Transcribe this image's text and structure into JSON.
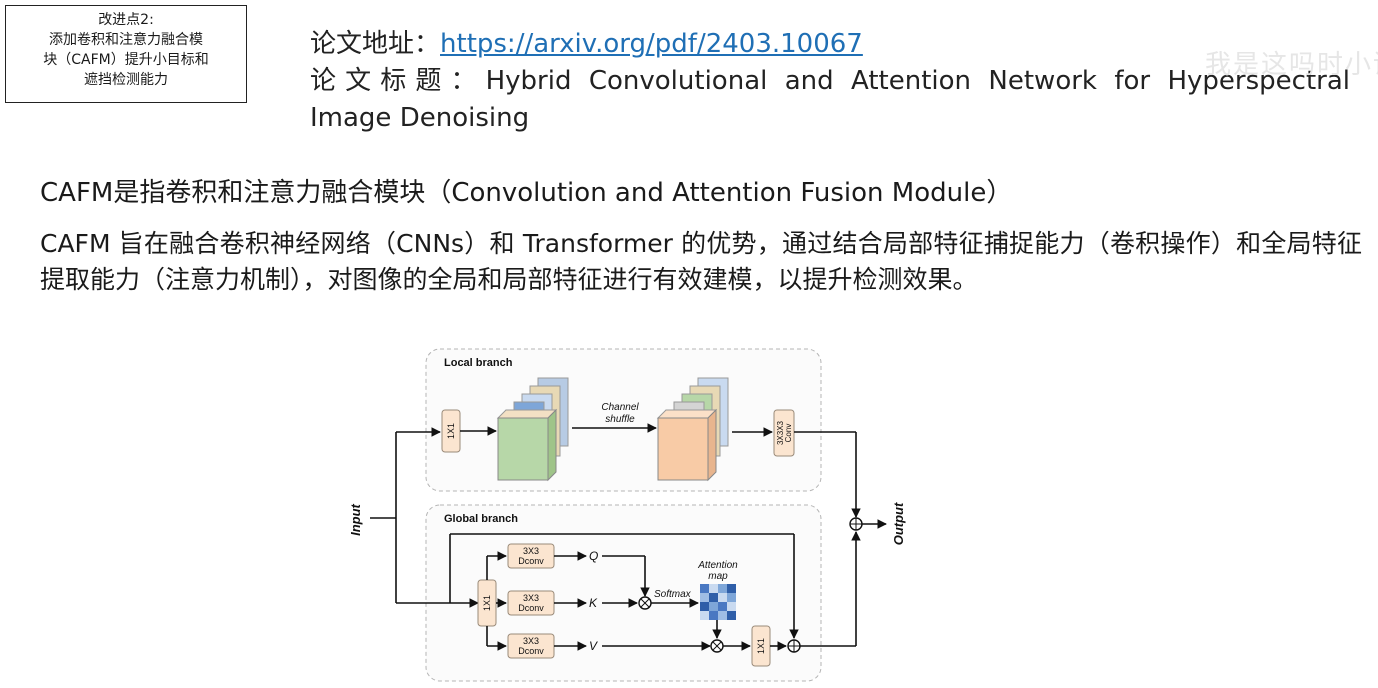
{
  "tag_box": {
    "line1": "改进点2:",
    "line2": "添加卷积和注意力融合模",
    "line3": "块（CAFM）提升小目标和",
    "line4": "遮挡检测能力"
  },
  "paper": {
    "address_label": "论文地址：",
    "address_url": "https://arxiv.org/pdf/2403.10067",
    "title_label": "论文标题：",
    "title_line1": "Hybrid Convolutional and Attention Network for Hyperspectral",
    "title_line2": "Image Denoising"
  },
  "watermark": "我是这吗时小诚",
  "body": {
    "p1": "CAFM是指卷积和注意力融合模块（Convolution and Attention Fusion Module）",
    "p2": "CAFM 旨在融合卷积神经网络（CNNs）和 Transformer 的优势，通过结合局部特征捕捉能力（卷积操作）和全局特征提取能力（注意力机制），对图像的全局和局部特征进行有效建模，以提升检测效果。"
  },
  "figure": {
    "local_branch": "Local branch",
    "global_branch": "Global branch",
    "input": "Input",
    "output": "Output",
    "conv1x1": "1X1",
    "channel": "Channel",
    "shuffle": "shuffle",
    "conv3d_a": "3X3X3",
    "conv3d_b": "Conv",
    "dconv_a": "3X3",
    "dconv_b": "Dconv",
    "q": "Q",
    "k": "K",
    "v": "V",
    "softmax": "Softmax",
    "attention": "Attention",
    "map": "map",
    "colors": {
      "green": "#b7d7a8",
      "peach": "#f8cba6",
      "box": "#fbe5d0",
      "stripe_blue": "#7ea6d8",
      "stripe_light": "#c9daf0",
      "stripe_tan": "#e8d9b5",
      "stripe_gray": "#d4d4d4"
    }
  }
}
